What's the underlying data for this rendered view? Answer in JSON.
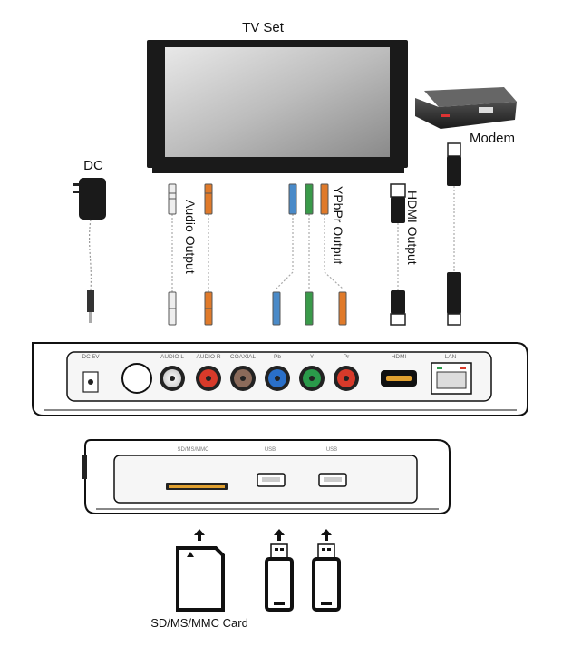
{
  "labels": {
    "tv": "TV Set",
    "modem": "Modem",
    "dc": "DC",
    "audio_output": "Audio Output",
    "ypbpr_output": "YPbPr Output",
    "hdmi_output": "HDMI Output",
    "card": "SD/MS/MMC Card"
  },
  "rear_panel": {
    "dc_label": "DC 5V",
    "audio_l": "AUDIO L",
    "audio_r": "AUDIO R",
    "coaxial": "COAXIAL",
    "pb": "Pb",
    "y": "Y",
    "pr": "Pr",
    "hdmi": "HDMI",
    "lan": "LAN"
  },
  "front_panel": {
    "card_slot": "SD/MS/MMC",
    "usb1": "USB",
    "usb2": "USB"
  },
  "colors": {
    "audio_l": "#e8e8e8",
    "audio_r": "#d83a2a",
    "coaxial": "#b03a2a",
    "pb": "#2a6fc8",
    "y": "#2a9a4a",
    "pr": "#d83a2a",
    "cable_orange": "#e07a2a",
    "cable_green": "#3a9a4a",
    "cable_blue": "#4a8ac8"
  },
  "icons": {
    "tv": "tv-icon",
    "modem": "modem-icon",
    "dc_adapter": "power-adapter-icon",
    "rca_plug": "rca-plug-icon",
    "hdmi_plug": "hdmi-plug-icon",
    "usb_plug": "usb-plug-icon",
    "sd_card": "sd-card-icon",
    "usb_stick": "usb-stick-icon",
    "arrow_up": "arrow-up-icon"
  }
}
